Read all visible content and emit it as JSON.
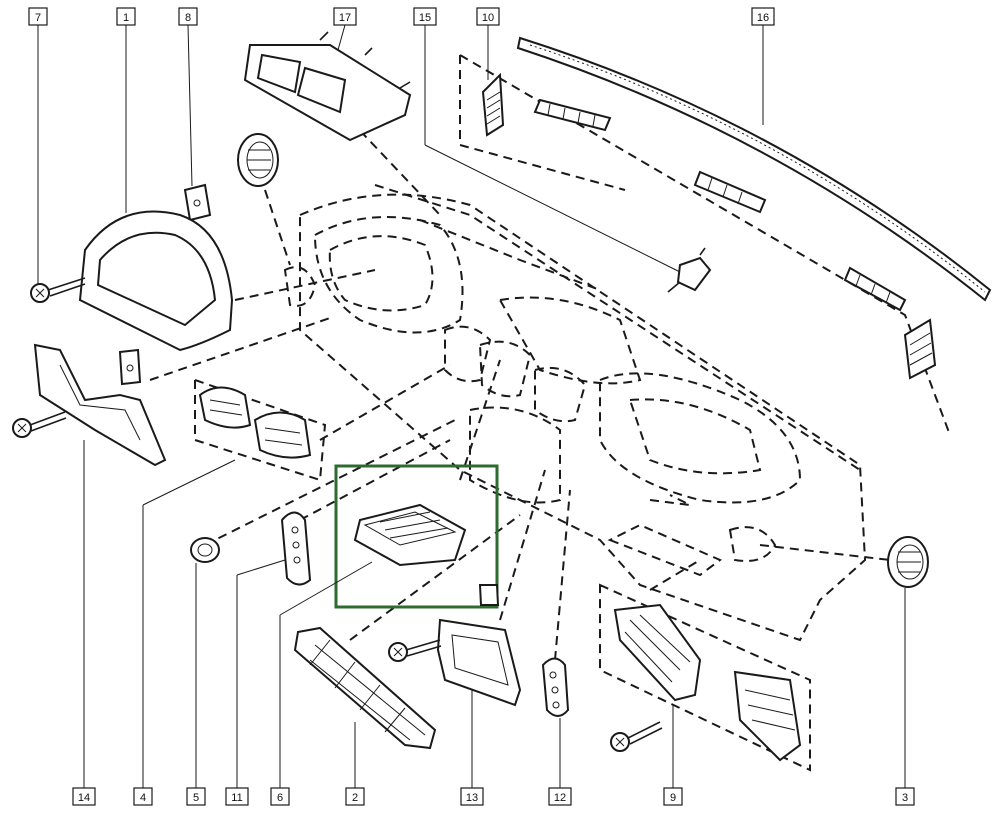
{
  "diagram": {
    "highlight_color": "#2e6b2e",
    "line_color": "#1a1a1a",
    "callouts": [
      {
        "id": "c7",
        "label": "7"
      },
      {
        "id": "c1",
        "label": "1"
      },
      {
        "id": "c8",
        "label": "8"
      },
      {
        "id": "c17",
        "label": "17"
      },
      {
        "id": "c15",
        "label": "15"
      },
      {
        "id": "c10",
        "label": "10"
      },
      {
        "id": "c16",
        "label": "16"
      },
      {
        "id": "c14",
        "label": "14"
      },
      {
        "id": "c4",
        "label": "4"
      },
      {
        "id": "c5",
        "label": "5"
      },
      {
        "id": "c11",
        "label": "11"
      },
      {
        "id": "c6",
        "label": "6"
      },
      {
        "id": "c2",
        "label": "2"
      },
      {
        "id": "c13",
        "label": "13"
      },
      {
        "id": "c12",
        "label": "12"
      },
      {
        "id": "c9",
        "label": "9"
      },
      {
        "id": "c3",
        "label": "3"
      }
    ]
  }
}
